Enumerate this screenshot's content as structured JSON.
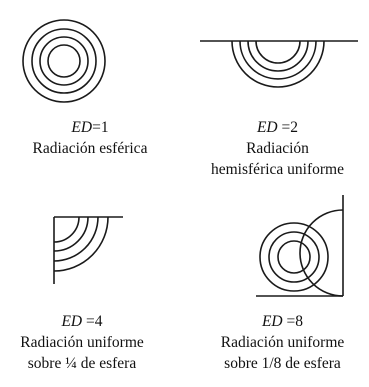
{
  "panels": [
    {
      "ed_label": "ED",
      "ed_value": "=1",
      "line1": "Radiación esférica",
      "line2": ""
    },
    {
      "ed_label": "ED",
      "ed_value": " =2",
      "line1": "Radiación",
      "line2": "hemisférica uniforme"
    },
    {
      "ed_label": "ED",
      "ed_value": " =4",
      "line1": "Radiación uniforme",
      "line2": "sobre ¼ de esfera"
    },
    {
      "ed_label": "ED",
      "ed_value": " =8",
      "line1": "Radiación uniforme",
      "line2": "sobre 1/8 de esfera"
    }
  ],
  "colors": {
    "stroke": "#1a1a1a",
    "background": "#ffffff"
  }
}
